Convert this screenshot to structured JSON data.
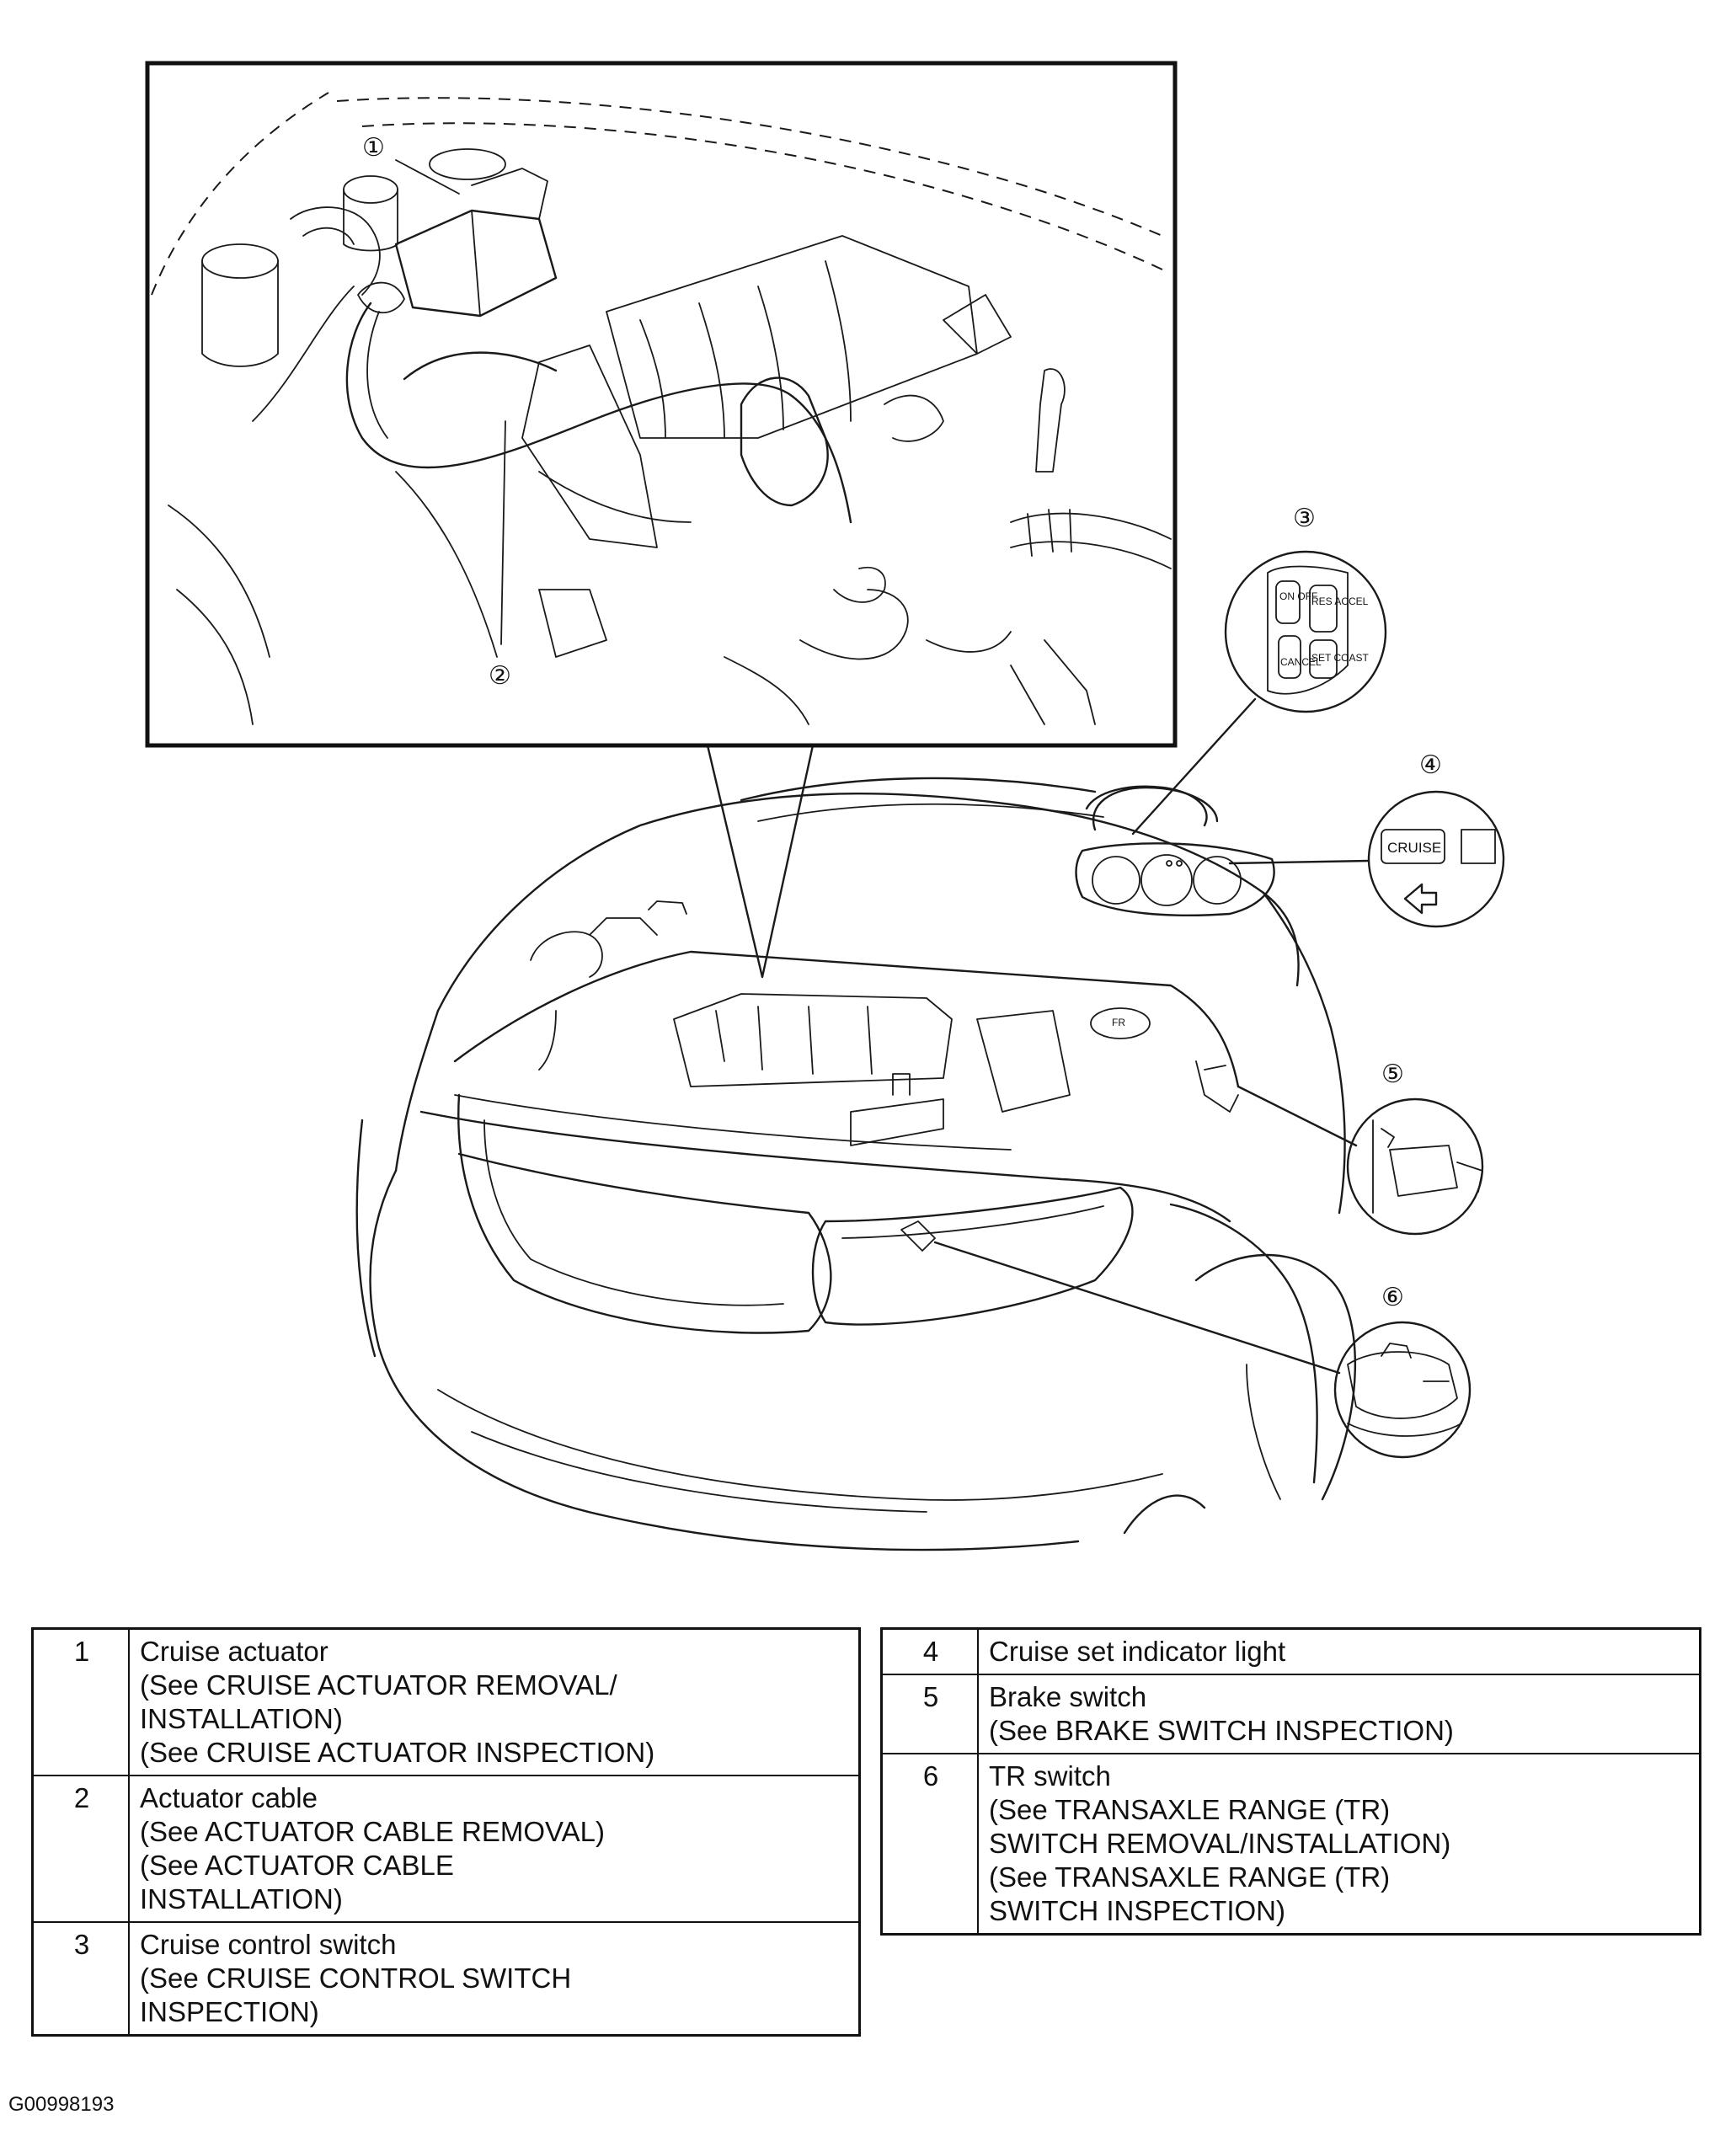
{
  "diagram": {
    "callouts": [
      "①",
      "②",
      "③",
      "④",
      "⑤",
      "⑥"
    ],
    "switch_labels": {
      "on_off": "ON OFF",
      "res_accel": "RES ACCEL",
      "cancel": "CANCEL",
      "set_coast": "SET COAST"
    },
    "cruise_indicator_label": "CRUISE",
    "fr_mark": "FR"
  },
  "legend": {
    "left": [
      {
        "num": "1",
        "text": "Cruise actuator\n(See CRUISE ACTUATOR REMOVAL/\nINSTALLATION)\n(See CRUISE ACTUATOR INSPECTION)"
      },
      {
        "num": "2",
        "text": "Actuator cable\n(See ACTUATOR CABLE REMOVAL)\n(See ACTUATOR CABLE\nINSTALLATION)"
      },
      {
        "num": "3",
        "text": "Cruise control switch\n(See CRUISE CONTROL SWITCH\nINSPECTION)"
      }
    ],
    "right": [
      {
        "num": "4",
        "text": "Cruise set indicator light"
      },
      {
        "num": "5",
        "text": "Brake switch\n(See BRAKE SWITCH INSPECTION)"
      },
      {
        "num": "6",
        "text": "TR switch\n(See TRANSAXLE RANGE (TR)\nSWITCH REMOVAL/INSTALLATION)\n(See TRANSAXLE RANGE (TR)\nSWITCH INSPECTION)"
      }
    ]
  },
  "figure_id": "G00998193"
}
